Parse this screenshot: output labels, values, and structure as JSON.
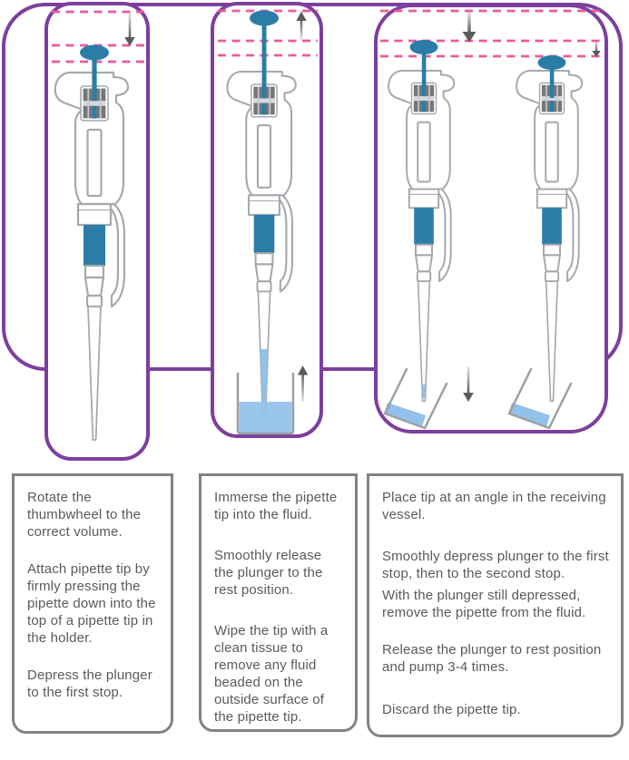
{
  "colors": {
    "purple": "#7d3f9d",
    "pink": "#ea5a9e",
    "blue": "#2b7da8",
    "fluid": "#92c1ea",
    "outline": "#a4a9ae",
    "wheel": "#74787b",
    "arrow": "#5a5b5d",
    "text": "#595a5c",
    "box_border": "#808386"
  },
  "panels": [
    {
      "name": "set-volume-attach-tip-depress",
      "stop_lines": 3,
      "arrows": [
        "down"
      ]
    },
    {
      "name": "immerse-and-aspirate",
      "stop_lines": 3,
      "arrows": [
        "up",
        "up"
      ]
    },
    {
      "name": "dispense-into-vessel",
      "stop_lines": 3,
      "arrows": [
        "down-large",
        "down-small",
        "down"
      ]
    }
  ],
  "instructions": [
    {
      "paragraphs": [
        "Rotate the thumbwheel to the correct volume.",
        "Attach pipette tip by firmly pressing the pipette down into the top of a pipette tip in the holder.",
        "Depress the plunger to the first stop."
      ]
    },
    {
      "paragraphs": [
        "Immerse the pipette tip into the fluid.",
        "Smoothly release the plunger to the rest position.",
        "Wipe the tip with a clean tissue to remove any fluid beaded on the outside surface of the pipette tip."
      ]
    },
    {
      "paragraphs": [
        "Place tip at an angle in the receiving vessel.",
        "Smoothly depress plunger to the first stop, then to the second stop.",
        "With the plunger still depressed, remove the pipette from the fluid.",
        "Release the plunger to rest position and pump 3-4 times.",
        "Discard the pipette tip."
      ]
    }
  ]
}
